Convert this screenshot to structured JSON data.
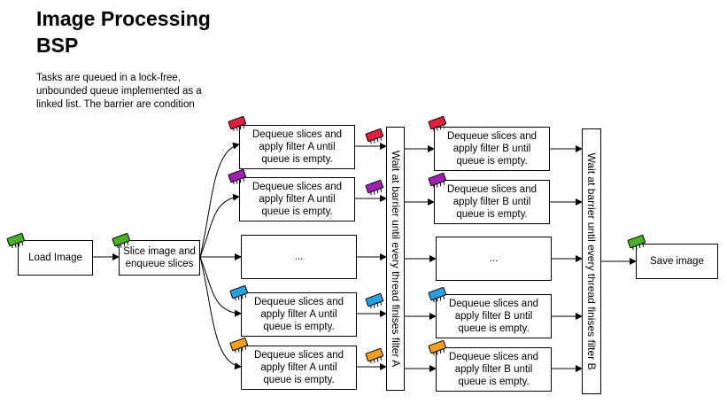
{
  "title": "Image Processing BSP",
  "description": "Tasks are queued in a lock-free, unbounded queue implemented as a linked list. The barrier are condition",
  "nodes": {
    "load": "Load Image",
    "slice": "Slice image and enqueue slices",
    "filter_a": "Dequeue slices and apply filter A until queue is empty.",
    "filter_a_alt": "Dequeue slices  and apply filter A until queue is empty.",
    "filter_b": "Dequeue slices  and apply filter B until queue is empty.",
    "ellipsis": "...",
    "barrier_a": "Wait at barrier until every thread finises filter A",
    "barrier_b": "Wait at barrier until every thread finises filter B",
    "save": "Save image"
  },
  "colors": {
    "green": "#4caf2a",
    "red": "#e02040",
    "magenta": "#a020b0",
    "blue": "#2aa0e0",
    "orange": "#f0a020"
  },
  "icons": [
    "cpu-chip-icon"
  ]
}
